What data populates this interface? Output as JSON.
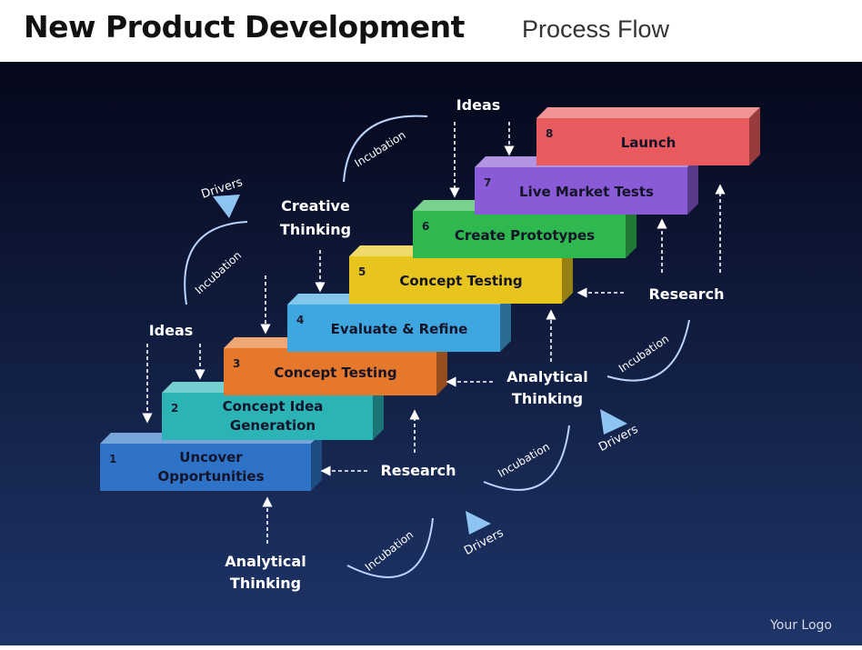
{
  "title": {
    "main": "New Product Development",
    "sub": "Process Flow"
  },
  "steps": [
    {
      "number": "1",
      "lines": [
        "Uncover",
        "Opportunities"
      ],
      "color": "#2f73c9"
    },
    {
      "number": "2",
      "lines": [
        "Concept Idea",
        "Generation"
      ],
      "color": "#2bb3b6"
    },
    {
      "number": "3",
      "lines": [
        "Concept Testing"
      ],
      "color": "#e6782b"
    },
    {
      "number": "4",
      "lines": [
        "Evaluate & Refine"
      ],
      "color": "#3fa7e0"
    },
    {
      "number": "5",
      "lines": [
        "Concept Testing"
      ],
      "color": "#e8c51c"
    },
    {
      "number": "6",
      "lines": [
        "Create Prototypes"
      ],
      "color": "#2fb84f"
    },
    {
      "number": "7",
      "lines": [
        "Live Market Tests"
      ],
      "color": "#8a5bd6"
    },
    {
      "number": "8",
      "lines": [
        "Launch"
      ],
      "color": "#e85a5e"
    }
  ],
  "labels": {
    "ideas_top": "Ideas",
    "ideas_left": "Ideas",
    "creative": [
      "Creative",
      "Thinking"
    ],
    "analytical_mid": [
      "Analytical",
      "Thinking"
    ],
    "analytical_bottom": [
      "Analytical",
      "Thinking"
    ],
    "research_right": "Research",
    "research_mid": "Research",
    "drivers": "Drivers",
    "incubation": "Incubation"
  },
  "logo": "Your Logo",
  "colors": {
    "background_top": "#05071a",
    "background_bottom": "#1e3569",
    "label": "#ffffff"
  }
}
